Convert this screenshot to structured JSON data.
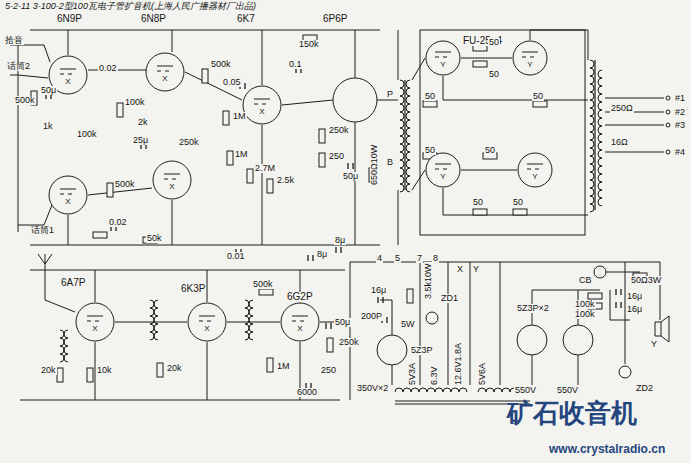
{
  "diagram": {
    "title": "5-2-11 3-100-2型100瓦电子管扩音机(上海人民广播器材厂出品)",
    "nodes": [
      {
        "text": [
          "X"
        ]
      },
      {
        "text": [
          "X"
        ]
      },
      {
        "text": [
          "X"
        ]
      },
      {
        "text": [
          "X"
        ]
      },
      {
        "text": [
          "X"
        ]
      },
      {
        "text": [
          "Y"
        ]
      },
      {
        "text": [
          "Y"
        ]
      },
      {
        "text": [
          "Y"
        ]
      },
      {
        "text": [
          "Y"
        ]
      },
      {
        "text": [
          "X"
        ]
      },
      {
        "text": [
          "X"
        ]
      },
      {
        "text": [
          "X"
        ]
      }
    ],
    "labels": [
      "拾音",
      "话筒2",
      "话筒1",
      "6N9P",
      "6N8P",
      "6K7",
      "6P6P",
      "FU-25×4",
      "0.02",
      "500k",
      "50μ",
      "1k",
      "100k",
      "100k",
      "2k",
      "25μ",
      "250k",
      "500k",
      "0.02",
      "50k",
      "500k",
      "0.05",
      "1M",
      "1M",
      "2.7M",
      "2.5k",
      "150k",
      "0.1",
      "250k",
      "250",
      "50μ",
      "8μ",
      "650Ω10W",
      "P",
      "B",
      "50",
      "50",
      "50",
      "50",
      "50",
      "50",
      "50",
      "50",
      "250Ω",
      "16Ω",
      "#1",
      "#2",
      "#3",
      "#4",
      "0.01",
      "8μ",
      "6A7P",
      "6K3P",
      "500k",
      "6G2P",
      "20k",
      "10k",
      "20k",
      "250k",
      "1M",
      "6000",
      "250",
      "50μ",
      "4",
      "5",
      "7",
      "8",
      "X",
      "Y",
      "16μ",
      "200P",
      "5W",
      "3.5k10W",
      "ZD1",
      "5Z3P",
      "350V×2",
      "5V3A",
      "6.3V",
      "12.6V1.8A",
      "5V6A",
      "5Z3P×2",
      "550V",
      "550V",
      "CB",
      "50Ω3W",
      "100k",
      "16μ",
      "100k",
      "16μ",
      "Y",
      "ZD2",
      "矿石收音机",
      "www.crystalradio.cn"
    ]
  }
}
